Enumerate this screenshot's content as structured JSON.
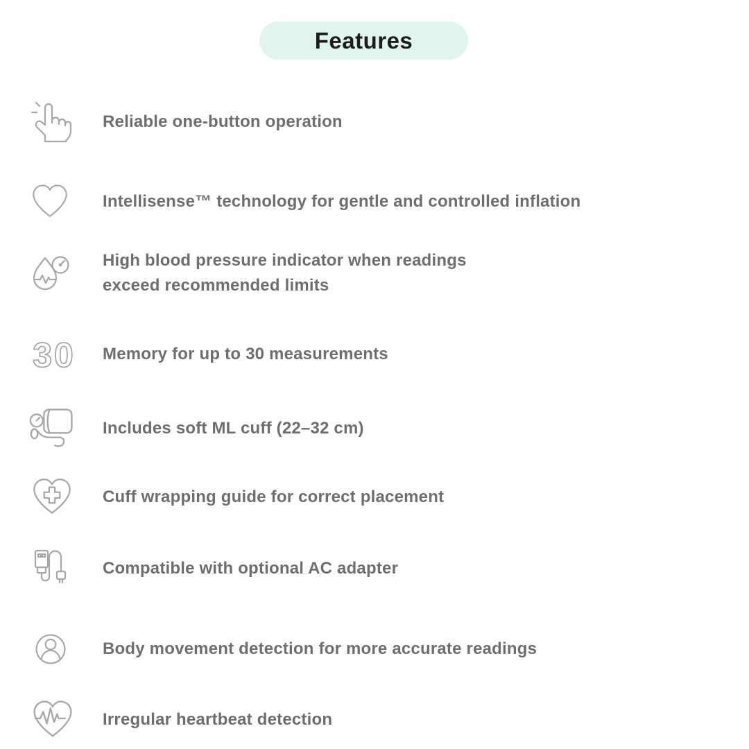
{
  "title": "Features",
  "colors": {
    "pill_bg": "#e2f4ee",
    "icon_stroke": "#a7a7a7",
    "text": "#6e6e6e",
    "title_text": "#1c1c1c"
  },
  "features": [
    {
      "icon": "one-button-press-icon",
      "text": "Reliable one-button operation"
    },
    {
      "icon": "heart-icon",
      "text": "Intellisense™ technology for gentle and controlled inflation"
    },
    {
      "icon": "blood-pressure-indicator-icon",
      "text": "High blood pressure indicator when readings\nexceed recommended limits"
    },
    {
      "icon": "memory-30-icon",
      "icon_label": "30",
      "text": "Memory for up to 30 measurements"
    },
    {
      "icon": "cuff-icon",
      "text": "Includes soft ML cuff (22–32 cm)"
    },
    {
      "icon": "heart-cross-icon",
      "text": "Cuff wrapping guide for correct placement"
    },
    {
      "icon": "ac-adapter-icon",
      "text": "Compatible with optional AC adapter"
    },
    {
      "icon": "body-movement-icon",
      "text": "Body movement detection for more accurate readings"
    },
    {
      "icon": "irregular-heartbeat-icon",
      "text": "Irregular heartbeat detection"
    }
  ]
}
